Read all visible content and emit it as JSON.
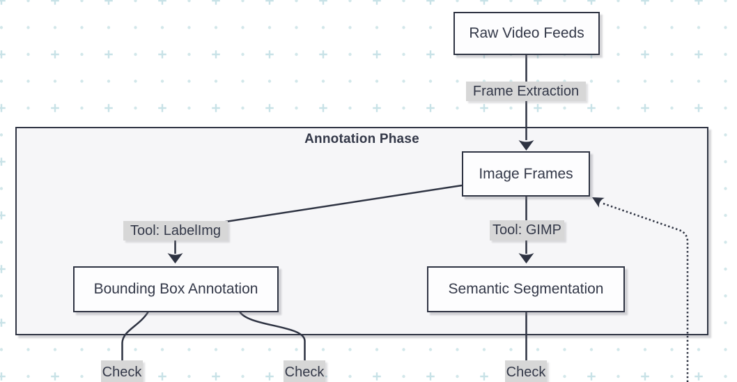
{
  "diagram": {
    "subgraph": {
      "title": "Annotation Phase"
    },
    "nodes": {
      "raw_video_feeds": "Raw Video Feeds",
      "image_frames": "Image Frames",
      "bounding_box_annotation": "Bounding Box Annotation",
      "semantic_segmentation": "Semantic Segmentation"
    },
    "edge_labels": {
      "frame_extraction": "Frame Extraction",
      "tool_labelimg": "Tool: LabelImg",
      "tool_gimp": "Tool: GIMP",
      "check_1": "Check",
      "check_2": "Check",
      "check_3": "Check"
    },
    "colors": {
      "canvas_bg": "#ffffff",
      "stroke": "#2e3342",
      "node_fill": "#fdfdfe",
      "node_text": "#333848",
      "edge_label_bg": "#d7d7d7",
      "subgraph_fill": "#f6f6f8",
      "pattern_dot": "#d2e7ea",
      "pattern_plus": "#c8e2e7"
    }
  }
}
